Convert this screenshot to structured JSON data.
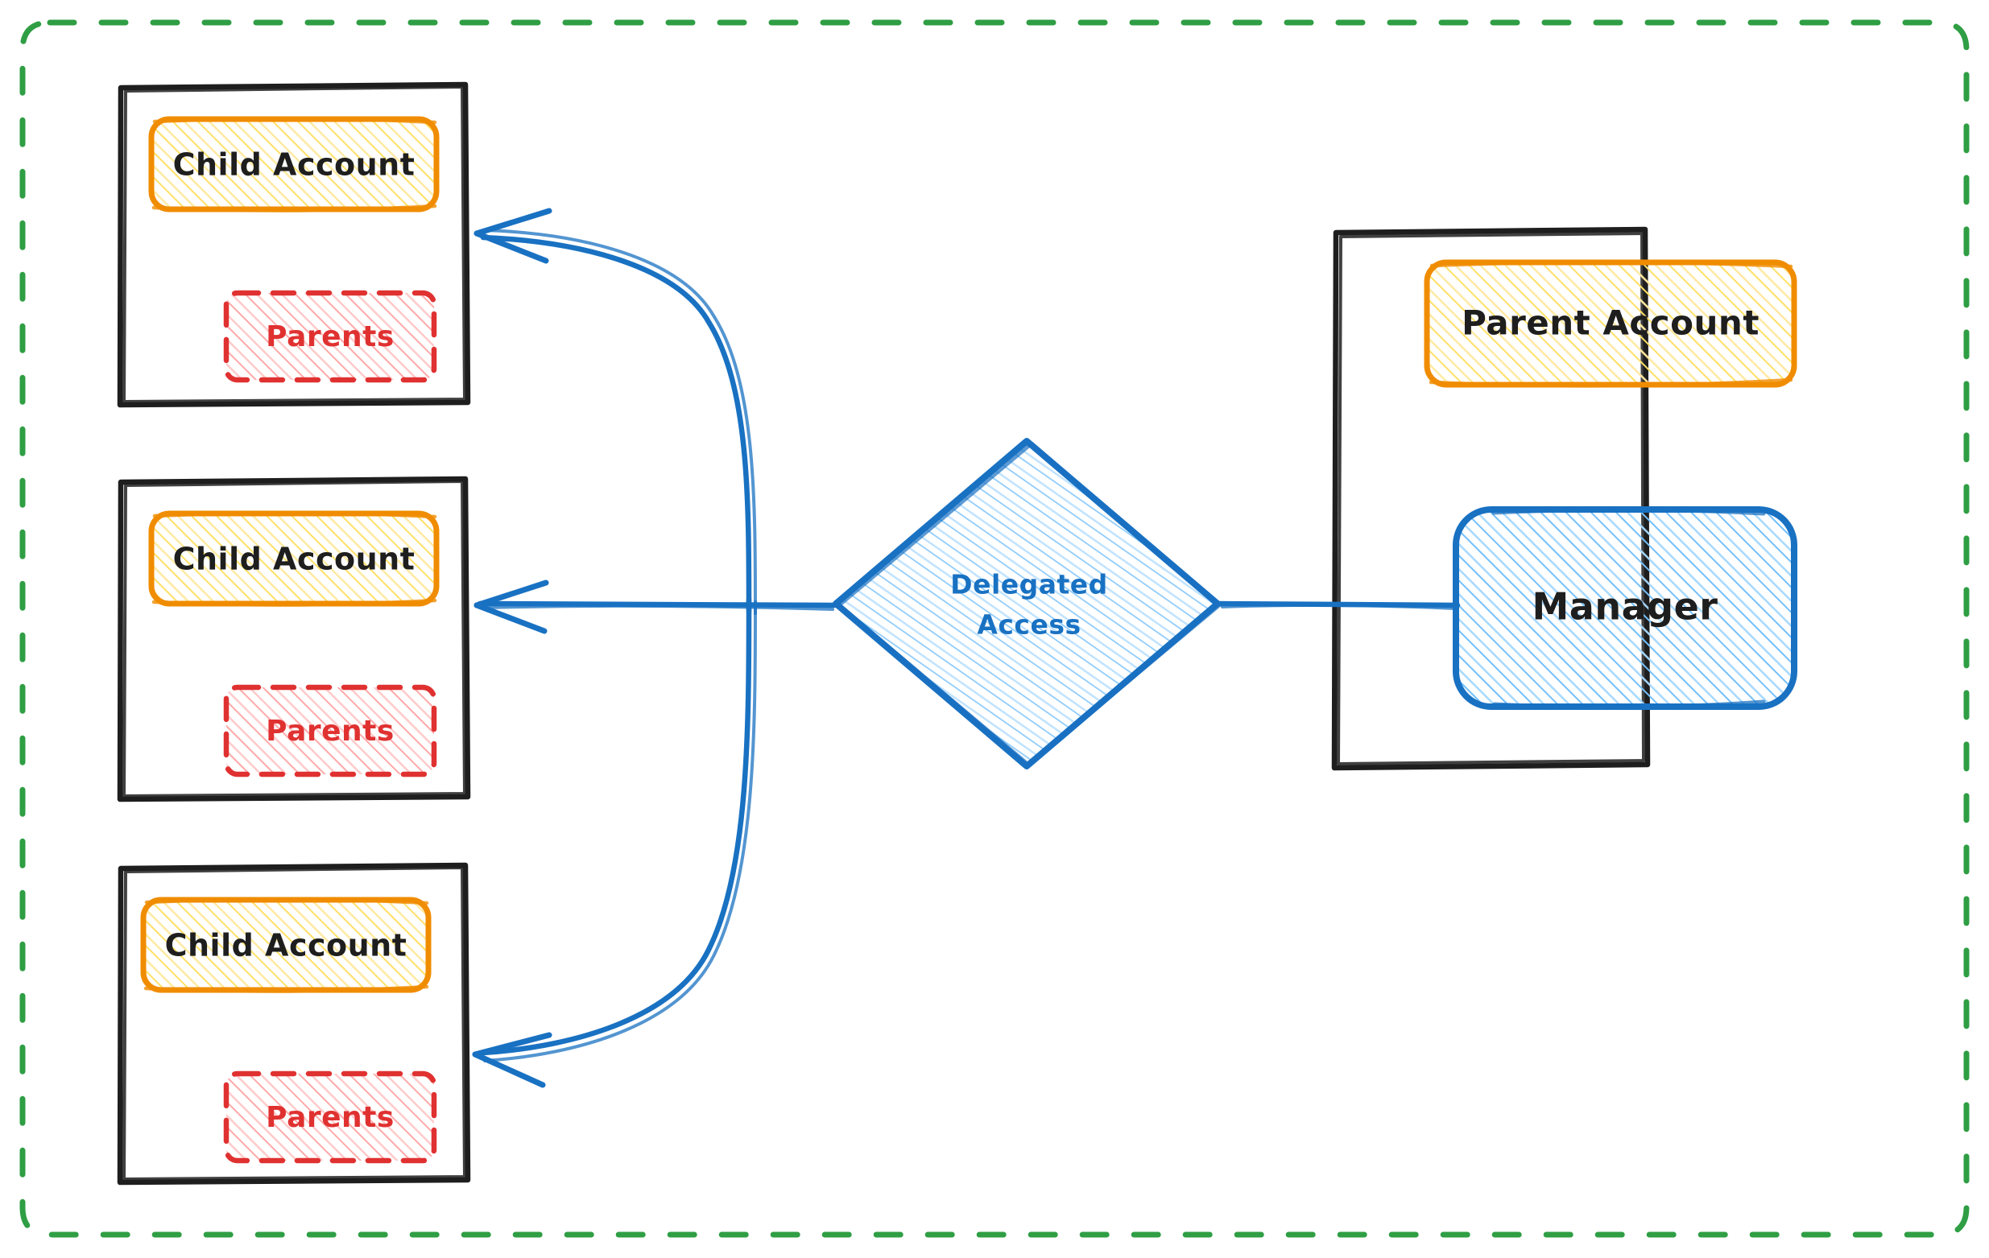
{
  "diagram": {
    "title": "Delegated Access",
    "boundary": {
      "name": "organization-boundary",
      "stroke_color": "#2f9e44",
      "style": "dashed"
    },
    "colors": {
      "accent_orange": "#f08c00",
      "fill_yellow": "#ffec99",
      "accent_red": "#e03131",
      "fill_red": "#ffc9c9",
      "accent_blue": "#1971c2",
      "fill_blue": "#a5d8ff",
      "frame_black": "#1e1e1e",
      "boundary_green": "#2f9e44"
    },
    "child_accounts": [
      {
        "container_label": "child-account-container-1",
        "account_label": "Child Account",
        "parents_label": "Parents"
      },
      {
        "container_label": "child-account-container-2",
        "account_label": "Child Account",
        "parents_label": "Parents"
      },
      {
        "container_label": "child-account-container-3",
        "account_label": "Child Account",
        "parents_label": "Parents"
      }
    ],
    "decision": {
      "label_line_1": "Delegated",
      "label_line_2": "Access",
      "shape": "diamond"
    },
    "parent_group": {
      "account_label": "Parent Account",
      "manager_label": "Manager"
    },
    "connections": [
      {
        "from": "Delegated Access",
        "to": "Child Account 1",
        "direction": "arrow"
      },
      {
        "from": "Delegated Access",
        "to": "Child Account 2",
        "direction": "arrow"
      },
      {
        "from": "Delegated Access",
        "to": "Child Account 3",
        "direction": "arrow"
      },
      {
        "from": "Manager",
        "to": "Delegated Access",
        "direction": "line"
      }
    ]
  }
}
